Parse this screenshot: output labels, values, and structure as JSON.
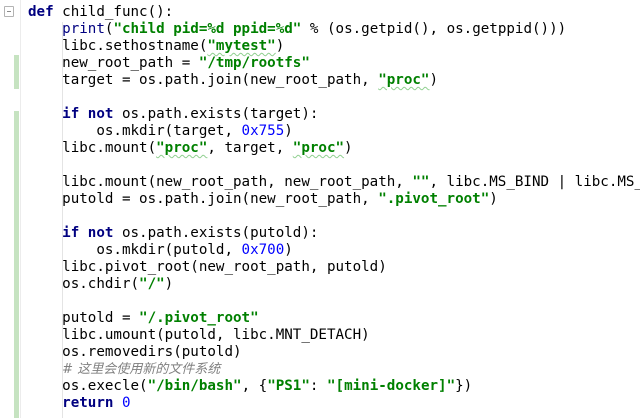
{
  "lines": [
    [
      {
        "t": "def",
        "c": "kw"
      },
      {
        "t": " child_func():"
      }
    ],
    [
      {
        "t": "    "
      },
      {
        "t": "print",
        "c": "fn"
      },
      {
        "t": "("
      },
      {
        "t": "\"child pid=%d ppid=%d\"",
        "c": "str"
      },
      {
        "t": " % (os.getpid(), os.getppid()))"
      }
    ],
    [
      {
        "t": "    libc.sethostname("
      },
      {
        "t": "\"mytest\"",
        "c": "str spell"
      },
      {
        "t": ")"
      }
    ],
    [
      {
        "t": "    new_root_path = "
      },
      {
        "t": "\"/tmp/rootfs\"",
        "c": "str"
      }
    ],
    [
      {
        "t": "    target = os.path.join(new_root_path, "
      },
      {
        "t": "\"proc\"",
        "c": "str spell"
      },
      {
        "t": ")"
      }
    ],
    [],
    [
      {
        "t": "    "
      },
      {
        "t": "if not",
        "c": "kw"
      },
      {
        "t": " os.path.exists(target):"
      }
    ],
    [
      {
        "t": "        os.mkdir(target, "
      },
      {
        "t": "0x755",
        "c": "num"
      },
      {
        "t": ")"
      }
    ],
    [
      {
        "t": "    libc.mount("
      },
      {
        "t": "\"proc\"",
        "c": "str spell"
      },
      {
        "t": ", target, "
      },
      {
        "t": "\"proc\"",
        "c": "str spell"
      },
      {
        "t": ")"
      }
    ],
    [],
    [
      {
        "t": "    libc.mount(new_root_path, new_root_path, "
      },
      {
        "t": "\"\"",
        "c": "str"
      },
      {
        "t": ", libc.MS_BIND | libc.MS_REC)"
      }
    ],
    [
      {
        "t": "    putold = os.path.join(new_root_path, "
      },
      {
        "t": "\".pivot_root\"",
        "c": "str"
      },
      {
        "t": ")"
      }
    ],
    [],
    [
      {
        "t": "    "
      },
      {
        "t": "if not",
        "c": "kw"
      },
      {
        "t": " os.path.exists(putold):"
      }
    ],
    [
      {
        "t": "        os.mkdir(putold, "
      },
      {
        "t": "0x700",
        "c": "num"
      },
      {
        "t": ")"
      }
    ],
    [
      {
        "t": "    libc.pivot_root(new_root_path, putold)"
      }
    ],
    [
      {
        "t": "    os.chdir("
      },
      {
        "t": "\"/\"",
        "c": "str"
      },
      {
        "t": ")"
      }
    ],
    [],
    [
      {
        "t": "    putold = "
      },
      {
        "t": "\"/.pivot_root\"",
        "c": "str"
      }
    ],
    [
      {
        "t": "    libc.umount(putold, libc.MNT_DETACH)"
      }
    ],
    [
      {
        "t": "    os.removedirs(putold)"
      }
    ],
    [
      {
        "t": "    "
      },
      {
        "t": "# 这里会使用新的文件系统",
        "c": "cmt"
      }
    ],
    [
      {
        "t": "    os.execle("
      },
      {
        "t": "\"/bin/bash\"",
        "c": "str"
      },
      {
        "t": ", {"
      },
      {
        "t": "\"PS1\"",
        "c": "str"
      },
      {
        "t": ": "
      },
      {
        "t": "\"[mini-docker]\"",
        "c": "str"
      },
      {
        "t": "})"
      }
    ],
    [
      {
        "t": "    "
      },
      {
        "t": "return",
        "c": "kw"
      },
      {
        "t": " "
      },
      {
        "t": "0",
        "c": "num"
      }
    ]
  ]
}
